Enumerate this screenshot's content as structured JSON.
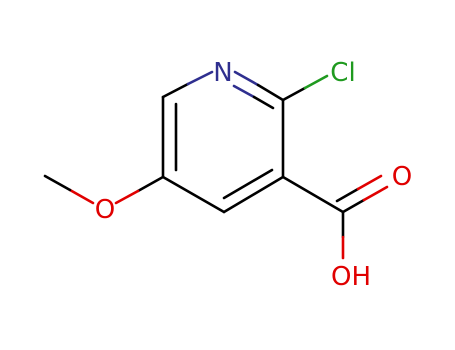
{
  "molecule": {
    "atoms": {
      "nitrogen": {
        "symbol": "N",
        "color": "#2f2f8f"
      },
      "chlorine": {
        "symbol": "Cl",
        "color": "#1f9a1f"
      },
      "carbonyl_oxygen": {
        "symbol": "O",
        "color": "#e00000"
      },
      "hydroxyl": {
        "symbol": "OH",
        "color": "#e00000"
      },
      "methoxy_oxygen": {
        "symbol": "O",
        "color": "#e00000"
      }
    },
    "colors": {
      "bond_carbon": "#000000",
      "nitrogen": "#2f2f8f",
      "chlorine": "#1f9a1f",
      "oxygen": "#e00000",
      "background": "#ffffff"
    }
  }
}
